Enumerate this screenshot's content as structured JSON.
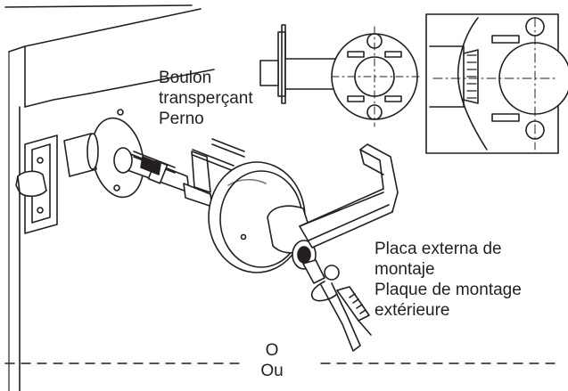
{
  "labels": {
    "bolt": [
      "Boulon",
      "transperçant",
      "Perno"
    ],
    "plate": [
      "Placa externa de",
      "montaje",
      "Plaque de montage",
      "extérieure"
    ],
    "or": [
      "O",
      "Ou"
    ]
  },
  "colors": {
    "ink": "#231f20",
    "background": "#ffffff"
  }
}
